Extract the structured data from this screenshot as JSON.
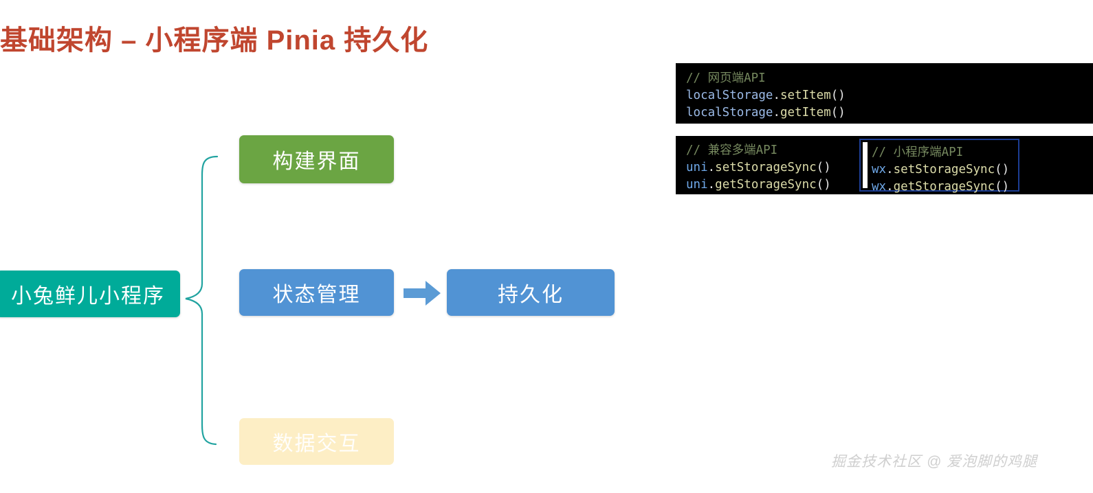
{
  "slide": {
    "title": "基础架构 – 小程序端 Pinia 持久化",
    "title_color": "#c0462f",
    "background": "#ffffff"
  },
  "diagram": {
    "root": {
      "label": "小兔鲜儿小程序",
      "color": "#00ab99"
    },
    "branches": [
      {
        "label": "构建界面",
        "color": "#6ba543"
      },
      {
        "label": "状态管理",
        "color": "#5193d4"
      },
      {
        "label": "数据交互",
        "color": "#fdeec5"
      }
    ],
    "flow_target": {
      "label": "持久化",
      "color": "#5193d4"
    },
    "arrow_color": "#5b9bd5",
    "brace_color": "#21a3a0"
  },
  "code_blocks": [
    {
      "id": "web-api",
      "comment": "// 网页端API",
      "lines": [
        {
          "object": "localStorage",
          "dot": ".",
          "fn": "setItem",
          "paren": "()"
        },
        {
          "object": "localStorage",
          "dot": ".",
          "fn": "getItem",
          "paren": "()"
        }
      ],
      "highlighted": false
    },
    {
      "id": "uni-api",
      "comment": "// 兼容多端API",
      "lines": [
        {
          "object": "uni",
          "dot": ".",
          "fn": "setStorageSync",
          "paren": "()"
        },
        {
          "object": "uni",
          "dot": ".",
          "fn": "getStorageSync",
          "paren": "()"
        }
      ],
      "highlighted": false
    },
    {
      "id": "wx-api",
      "comment": "// 小程序端API",
      "lines": [
        {
          "object": "wx",
          "dot": ".",
          "fn": "setStorageSync",
          "paren": "()"
        },
        {
          "object": "wx",
          "dot": ".",
          "fn": "getStorageSync",
          "paren": "()"
        }
      ],
      "highlighted": true,
      "highlight_color": "#1c3d94"
    }
  ],
  "watermark": {
    "text": "掘金技术社区 @ 爱泡脚的鸡腿"
  }
}
